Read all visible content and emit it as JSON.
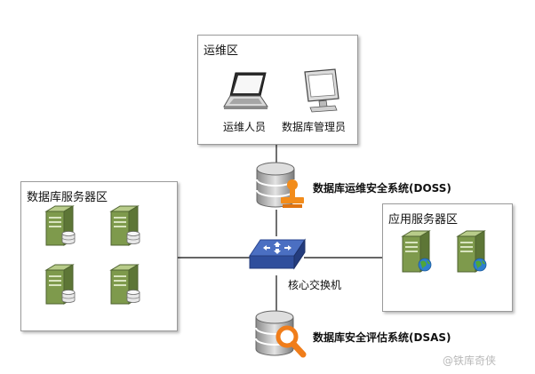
{
  "zones": {
    "ops": {
      "title": "运维区",
      "ops_staff": "运维人员",
      "dba": "数据库管理员"
    },
    "db_servers": {
      "title": "数据库服务器区"
    },
    "app_servers": {
      "title": "应用服务器区"
    }
  },
  "nodes": {
    "doss": "数据库运维安全系统(DOSS)",
    "core_switch": "核心交换机",
    "dsas": "数据库安全评估系统(DSAS)"
  },
  "watermark": "@铁库奇侠",
  "colors": {
    "line": "#333333",
    "switch_blue": "#3f5fb0",
    "stamp_orange": "#f28c1b",
    "magnifier_orange": "#f07d1a",
    "server_green": "#7e9a4c",
    "globe_blue": "#2f7fd0"
  }
}
